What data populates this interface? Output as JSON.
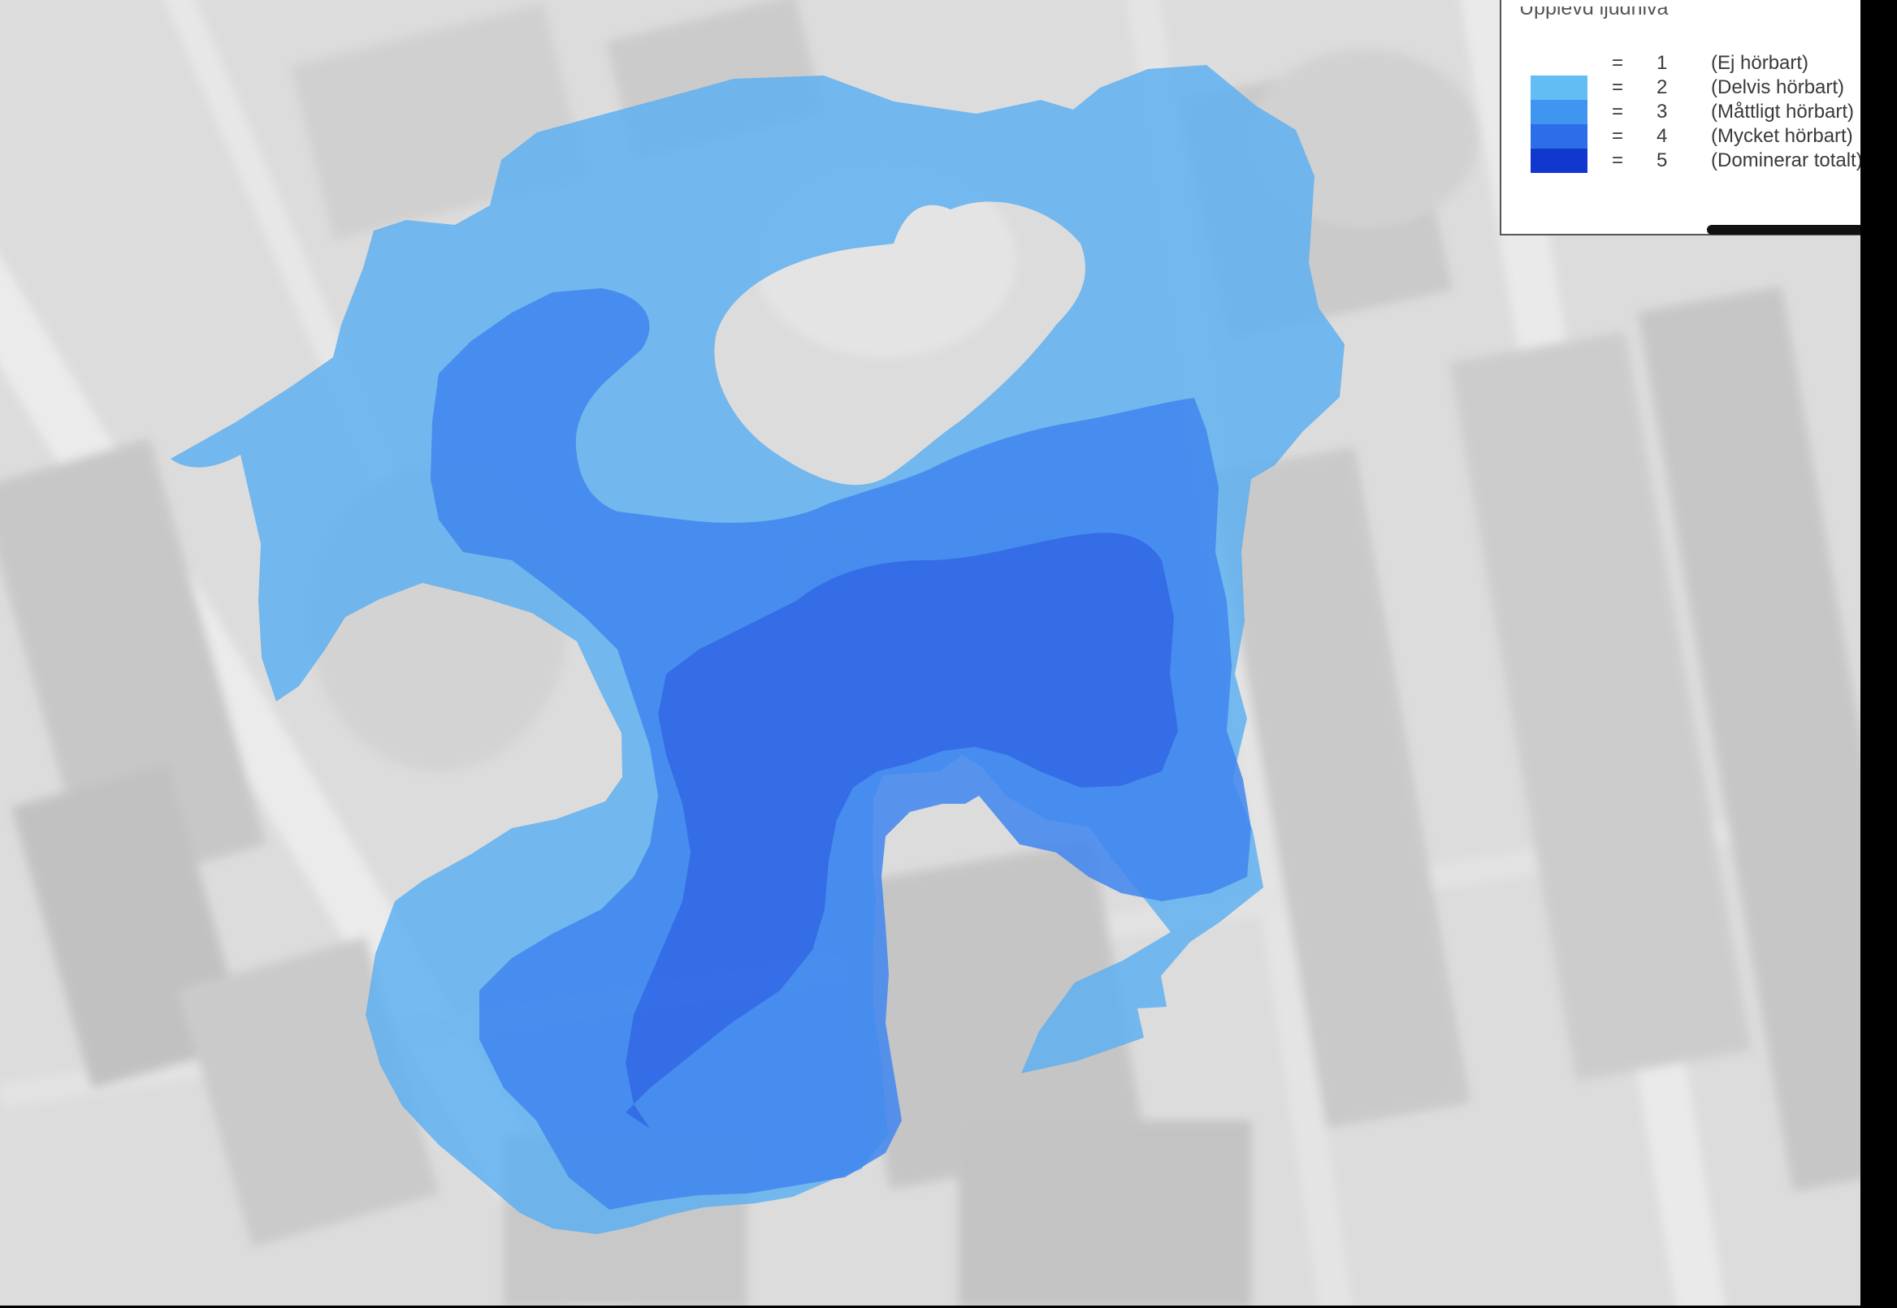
{
  "legend": {
    "title": "Upplevd ljudnivå",
    "items": [
      {
        "eq": "=",
        "value": "1",
        "label": "(Ej hörbart)",
        "color": "#ffffff"
      },
      {
        "eq": "=",
        "value": "2",
        "label": "(Delvis hörbart)",
        "color": "#62bdf5"
      },
      {
        "eq": "=",
        "value": "3",
        "label": "(Måttligt hörbart)",
        "color": "#3f95ef"
      },
      {
        "eq": "=",
        "value": "4",
        "label": "(Mycket hörbart)",
        "color": "#2c6ee8"
      },
      {
        "eq": "=",
        "value": "5",
        "label": "(Dominerar totalt)",
        "color": "#1237cf"
      }
    ]
  },
  "map": {
    "basemap": "greyscale-aerial-photo",
    "zones": [
      "zone-level-2",
      "zone-level-3",
      "zone-level-4"
    ]
  }
}
